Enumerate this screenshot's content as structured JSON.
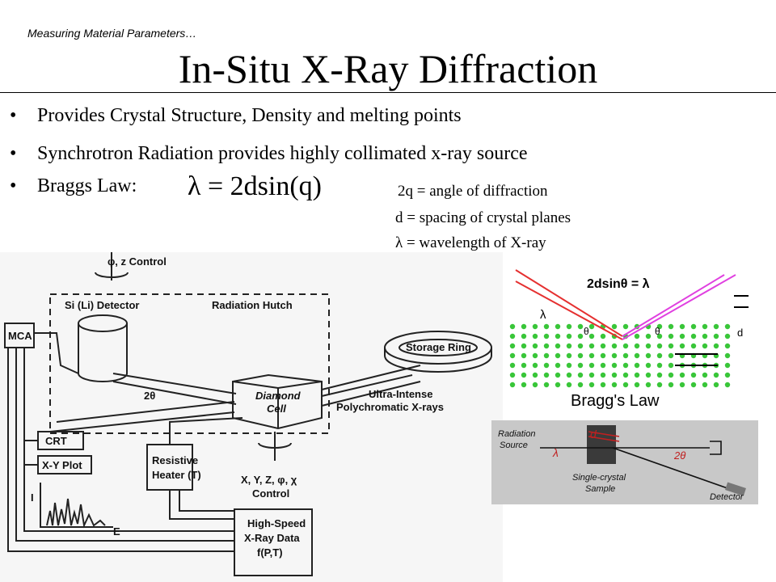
{
  "header": {
    "subtitle": "Measuring Material Parameters…",
    "title": "In-Situ X-Ray Diffraction"
  },
  "bullets": [
    "Provides Crystal Structure, Density and melting points",
    "Synchrotron Radiation provides highly collimated x-ray source",
    "Braggs Law:"
  ],
  "bullet_symbol": "•",
  "bragg_equation": "λ = 2dsin(q)",
  "definitions": [
    "2q = angle of diffraction",
    "d   = spacing of crystal planes",
    "λ   = wavelength of X-ray"
  ],
  "apparatus": {
    "mca": "MCA",
    "phi_z_control": "φ, z Control",
    "detector": "Si (Li) Detector",
    "hutch": "Radiation Hutch",
    "storage_ring": "Storage Ring",
    "cell_1": "Diamond",
    "cell_2": "Cell",
    "angle": "2θ",
    "beam_1": "Ultra-Intense",
    "beam_2": "Polychromatic X-rays",
    "crt": "CRT",
    "xy_plot": "X-Y Plot",
    "heater_1": "Resistive",
    "heater_2": "Heater (T)",
    "xyz_1": "X, Y, Z, φ, χ",
    "xyz_2": "Control",
    "data_1": "High-Speed",
    "data_2": "X-Ray Data",
    "data_3": "f(P,T)",
    "axis_i": "I",
    "axis_e": "E"
  },
  "bragg_figure": {
    "equation": "2dsinθ = λ",
    "lambda": "λ",
    "theta": "θ",
    "d": "d",
    "caption": "Bragg's Law"
  },
  "single_crystal": {
    "source_1": "Radiation",
    "source_2": "Source",
    "lambda": "λ",
    "d": "d",
    "angle": "2θ",
    "sample_1": "Single-crystal",
    "sample_2": "Sample",
    "detector": "Detector"
  }
}
